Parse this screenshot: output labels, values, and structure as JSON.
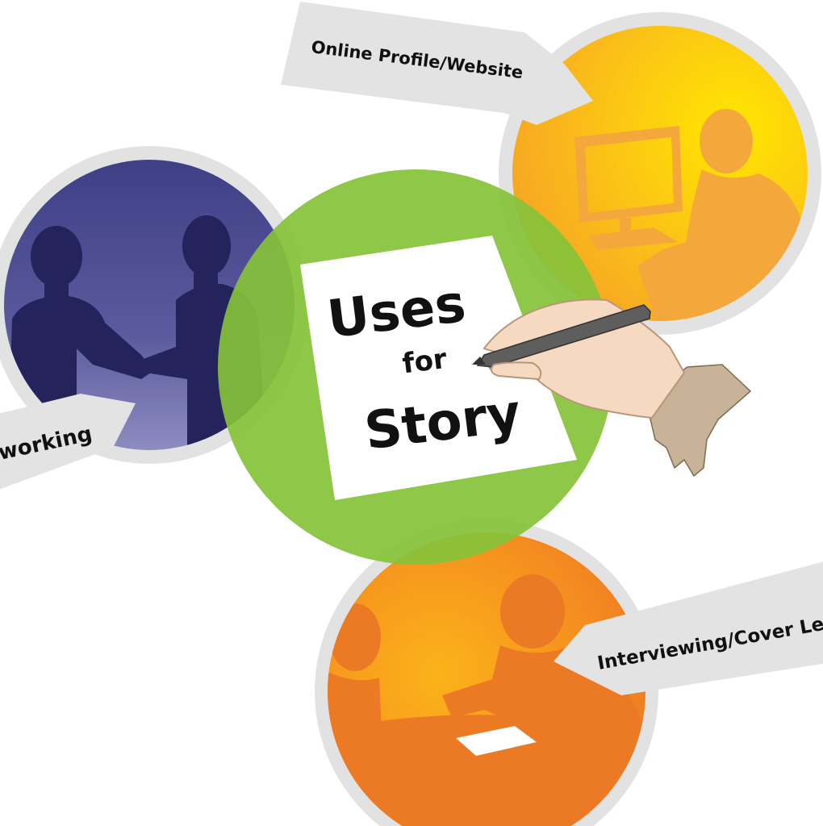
{
  "center": {
    "line1": "Uses",
    "line2": "for",
    "line3": "Story"
  },
  "labels": {
    "networking": "working",
    "online": "Online Profile/Website",
    "interviewing": "Interviewing/Cover Le"
  },
  "colors": {
    "green": "#8cc43f",
    "purple": "#4a4a90",
    "yellow": "#f7c515",
    "orange": "#f39020",
    "ring": "#e0e0e0",
    "arrow": "#e3e3e3"
  }
}
